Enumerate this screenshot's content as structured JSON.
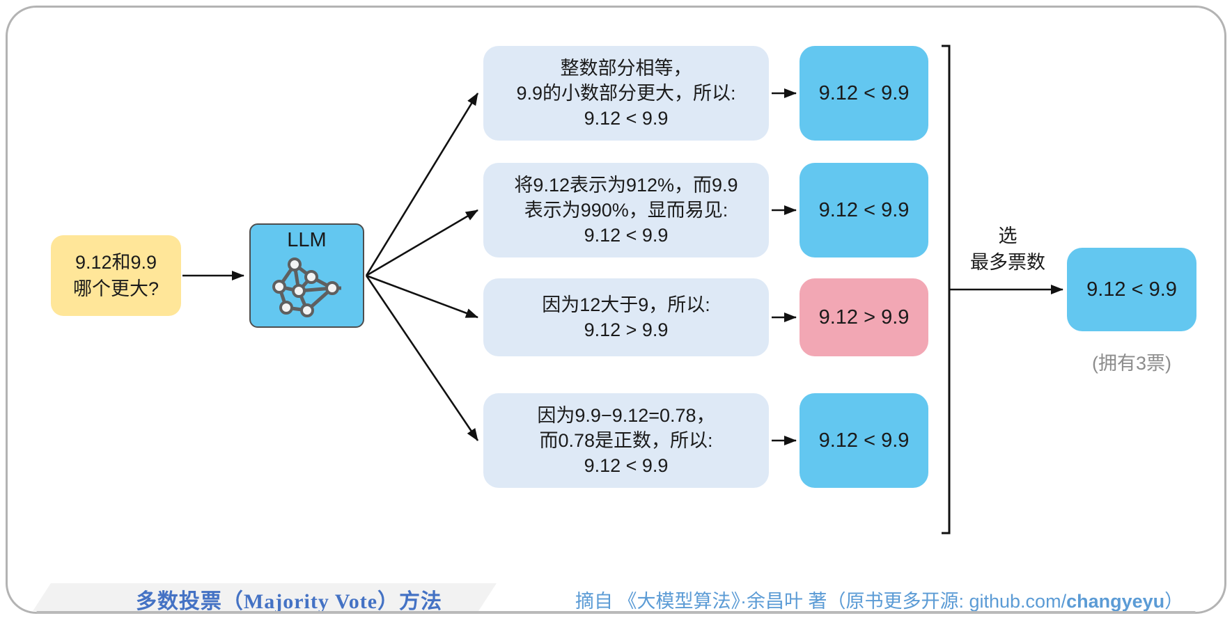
{
  "input": {
    "line1": "9.12和9.9",
    "line2": "哪个更大?"
  },
  "llm": {
    "label": "LLM",
    "icon": "neural-network-icon"
  },
  "samples": [
    {
      "reasoning": [
        "整数部分相等，",
        "9.9的小数部分更大，所以:",
        "9.12 < 9.9"
      ],
      "answer": "9.12 < 9.9",
      "correct": true
    },
    {
      "reasoning": [
        "将9.12表示为912%，而9.9",
        "表示为990%，显而易见:",
        "9.12 < 9.9"
      ],
      "answer": "9.12 < 9.9",
      "correct": true
    },
    {
      "reasoning": [
        "因为12大于9，所以:",
        "9.12 > 9.9"
      ],
      "answer": "9.12 > 9.9",
      "correct": false
    },
    {
      "reasoning": [
        "因为9.9−9.12=0.78，",
        "而0.78是正数，所以:",
        "9.12 < 9.9"
      ],
      "answer": "9.12 < 9.9",
      "correct": true
    }
  ],
  "vote": {
    "label_line1": "选",
    "label_line2": "最多票数"
  },
  "final": {
    "answer": "9.12 < 9.9",
    "note": "(拥有3票)"
  },
  "footer": {
    "title": "多数投票（Majority Vote）方法",
    "attribution_prefix": "摘自 《大模型算法》·余昌叶 著（原书更多开源: github.com/",
    "attribution_bold": "changyeyu",
    "attribution_suffix": "）"
  },
  "colors": {
    "answer_correct_bg": "#63C7F0",
    "answer_wrong_bg": "#F2A7B4",
    "reasoning_bg": "#DEE9F6",
    "input_bg": "#FFE699",
    "llm_bg": "#63C7F0",
    "footer_title": "#4472C4",
    "footer_attribution": "#5B9BD5",
    "arrow": "#111111",
    "frame_border": "#b3b3b3"
  }
}
